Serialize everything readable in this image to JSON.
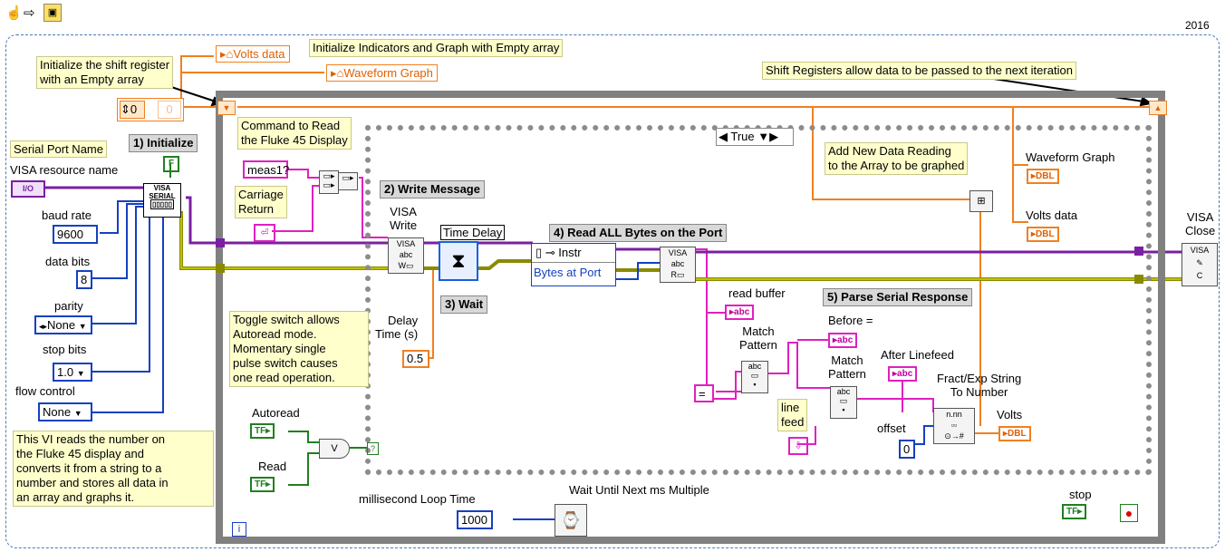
{
  "toolbar": {
    "hand_icon": "hand-icon",
    "arrow_icon": "run-arrow-icon",
    "vi_icon": "vi-icon"
  },
  "version": "2016",
  "notes": {
    "init_shift": [
      "Initialize the shift register",
      "with an Empty array"
    ],
    "init_indicators": "Initialize Indicators and Graph with Empty array",
    "shift_registers": "Shift Registers allow data to be passed to the next iteration",
    "command_read": [
      "Command to Read",
      "the Fluke 45 Display"
    ],
    "carriage_return": [
      "Carriage",
      "Return"
    ],
    "add_new": [
      "Add New Data Reading",
      "to the Array to be graphed"
    ],
    "toggle_switch": [
      "Toggle switch allows",
      "Autoread mode.",
      "Momentary single",
      "pulse switch causes",
      "one read operation."
    ],
    "vi_desc": [
      "This VI reads the number on",
      "the Fluke 45 display and",
      "converts it from a string to a",
      "number and stores all data in",
      "an array and graphs it."
    ],
    "serial_port_name": "Serial Port Name"
  },
  "headers": {
    "initialize": "1) Initialize",
    "write_message": "2) Write Message",
    "wait": "3) Wait",
    "read_all": "4) Read ALL Bytes on the Port",
    "parse": "5) Parse Serial Response"
  },
  "labels": {
    "visa_resource": "VISA resource name",
    "baud_rate": "baud rate",
    "data_bits": "data bits",
    "parity": "parity",
    "stop_bits": "stop bits",
    "flow_control": "flow control",
    "visa_write": [
      "VISA",
      "Write"
    ],
    "time_delay": "Time Delay",
    "delay_time": [
      "Delay",
      "Time (s)"
    ],
    "read_buffer": "read buffer",
    "match_pattern_1": [
      "Match",
      "Pattern"
    ],
    "match_pattern_2": [
      "Match",
      "Pattern"
    ],
    "before": "Before =",
    "after_linefeed": "After Linefeed",
    "fract_exp": [
      "Fract/Exp String",
      "To Number"
    ],
    "offset": "offset",
    "volts": "Volts",
    "waveform_graph": "Waveform Graph",
    "volts_data": "Volts data",
    "visa_close": [
      "VISA",
      "Close"
    ],
    "autoread": "Autoread",
    "read": "Read",
    "ms_loop_time": "millisecond Loop Time",
    "wait_until": "Wait Until Next ms Multiple",
    "stop": "stop",
    "line_feed": [
      "line",
      "feed"
    ]
  },
  "values": {
    "visa_io": "I/O",
    "baud": "9600",
    "data_bits": "8",
    "parity": "None",
    "stop_bits": "1.0",
    "flow_control": "None",
    "meas_cmd": "meas1?",
    "delay": "0.5",
    "equals": "=",
    "offset": "0",
    "loop_ms": "1000",
    "init_zero": "0",
    "init_zero_2": "0",
    "case_selector": "True",
    "bytes_at_port": "Bytes at Port",
    "instr": "Instr",
    "loop_index": "i"
  },
  "refs": {
    "volts_data": "Volts data",
    "waveform_graph": "Waveform Graph"
  },
  "terminals": {
    "tf": "TF",
    "dbl": "DBL",
    "abc": "abc",
    "f": "F",
    "q": "?"
  },
  "colors": {
    "loop_frame": "#808080",
    "case_frame": "#8c8c8c",
    "string_wire": "#e020c0",
    "numeric_wire": "#f08020",
    "visa_wire": "#7b1fa2",
    "error_wire": "#8a8a00",
    "int_wire": "#1540c0",
    "bool_wire": "#208020",
    "note_bg": "#ffffcc",
    "header_bg": "#d8d8d8"
  }
}
